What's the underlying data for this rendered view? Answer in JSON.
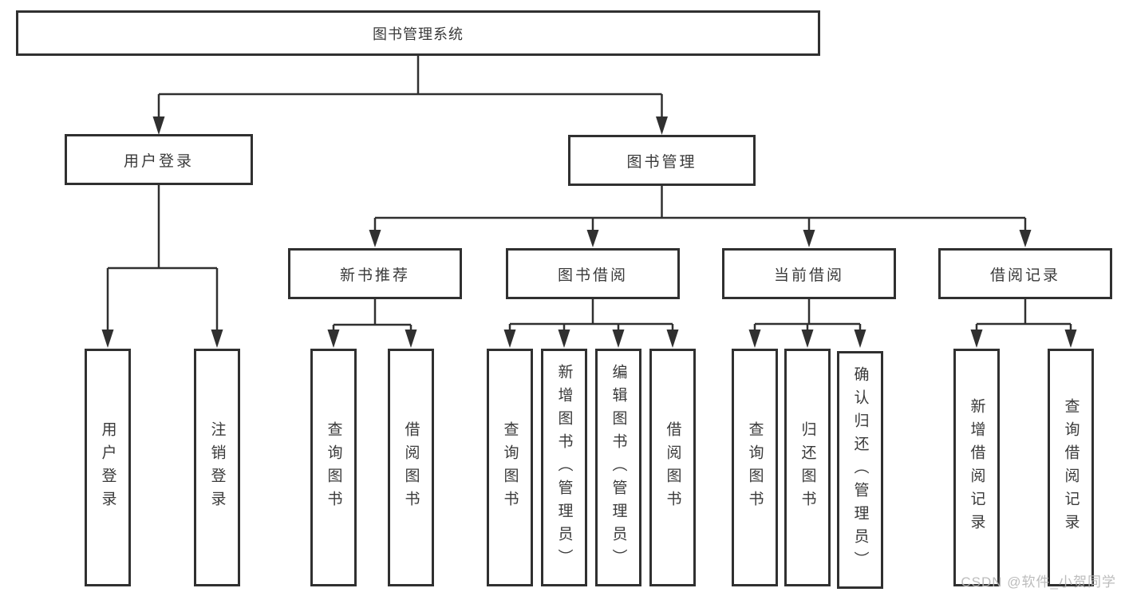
{
  "tree": {
    "label": "图书管理系统",
    "children": [
      {
        "label": "用户登录",
        "children": [
          {
            "label": "用户登录"
          },
          {
            "label": "注销登录"
          }
        ]
      },
      {
        "label": "图书管理",
        "children": [
          {
            "label": "新书推荐",
            "children": [
              {
                "label": "查询图书"
              },
              {
                "label": "借阅图书"
              }
            ]
          },
          {
            "label": "图书借阅",
            "children": [
              {
                "label": "查询图书"
              },
              {
                "label": "新增图书（管理员）"
              },
              {
                "label": "编辑图书（管理员）"
              },
              {
                "label": "借阅图书"
              }
            ]
          },
          {
            "label": "当前借阅",
            "children": [
              {
                "label": "查询图书"
              },
              {
                "label": "归还图书"
              },
              {
                "label": "确认归还（管理员）"
              }
            ]
          },
          {
            "label": "借阅记录",
            "children": [
              {
                "label": "新增借阅记录"
              },
              {
                "label": "查询借阅记录"
              }
            ]
          }
        ]
      }
    ]
  },
  "watermark": {
    "text": "CSDN @软件_小贺同学"
  },
  "colors": {
    "line": "#303030",
    "text": "#3a3a3a",
    "box_fill": "#ffffff",
    "watermark": "#b5b5b5"
  }
}
